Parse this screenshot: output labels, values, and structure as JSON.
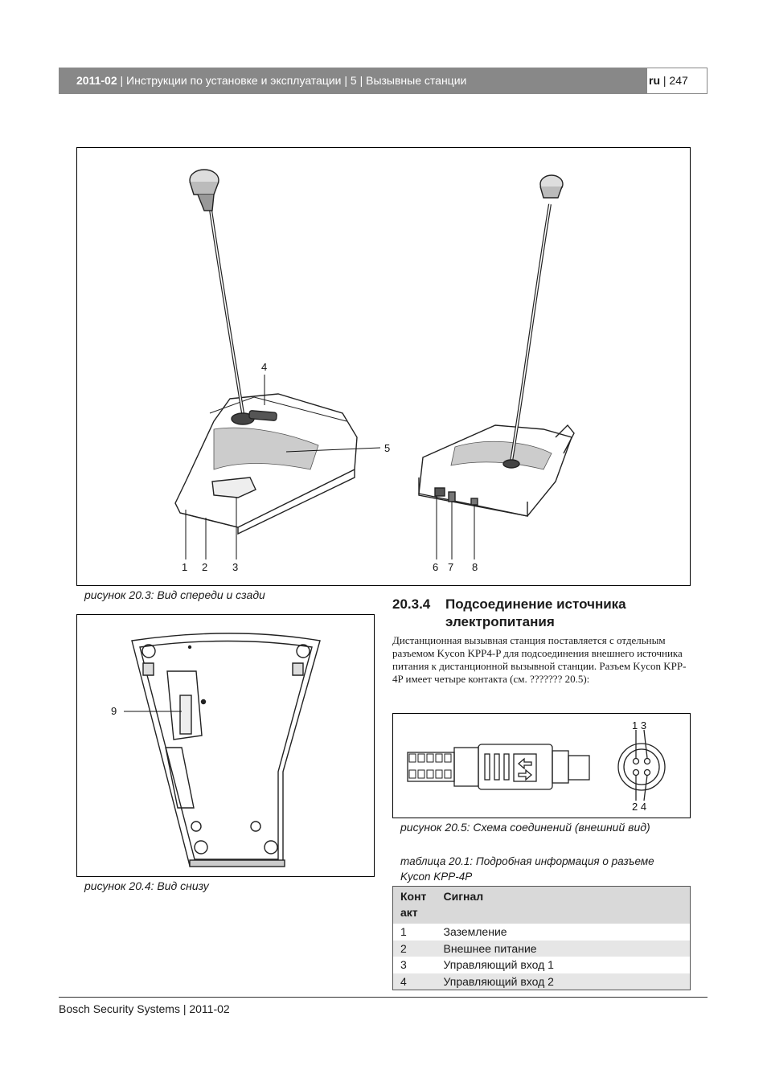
{
  "header": {
    "date": "2011-02",
    "rest": " | Инструкции по установке и эксплуатации | 5 | Вызывные станции",
    "lang": "ru",
    "page": " | 247"
  },
  "figure1": {
    "caption": "рисунок 20.3: Вид спереди и сзади",
    "callouts": [
      "1",
      "2",
      "3",
      "4",
      "5",
      "6",
      "7",
      "8"
    ]
  },
  "figure2": {
    "caption": "рисунок 20.4: Вид снизу",
    "callouts": [
      "9"
    ]
  },
  "section": {
    "number": "20.3.4",
    "title_line1": "Подсоединение источника",
    "title_line2": "электропитания",
    "body": "Дистанционная вызывная станция поставляется с отдельным разъемом Kycon KPP4-P для подсоединения внешнего источника питания к дистанционной вызывной станции. Разъем Kycon KPP-4P имеет четыре контакта (см. ??????? 20.5):"
  },
  "figure3": {
    "caption": "рисунок 20.5: Схема соединений (внешний вид)",
    "pins_top": "1 3",
    "pins_bottom": "2 4"
  },
  "table": {
    "caption_line1": "таблица 20.1: Подробная информация о разъеме",
    "caption_line2": "Kycon KPP-4P",
    "headers": [
      "Конт акт",
      "Сигнал"
    ],
    "rows": [
      [
        "1",
        "Заземление"
      ],
      [
        "2",
        "Внешнее питание"
      ],
      [
        "3",
        "Управляющий вход 1"
      ],
      [
        "4",
        "Управляющий вход 2"
      ]
    ]
  },
  "footer": {
    "text": "Bosch Security Systems | 2011-02"
  }
}
